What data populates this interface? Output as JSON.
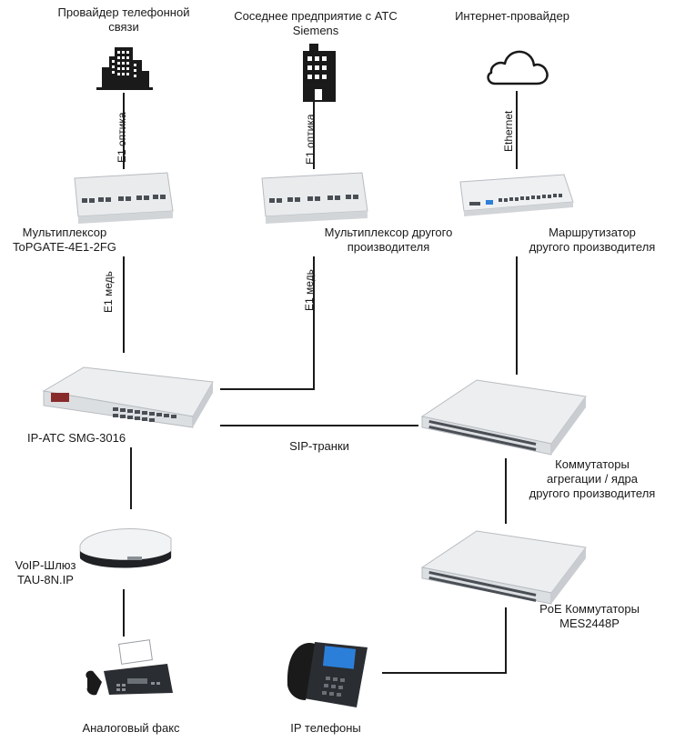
{
  "labels": {
    "phone_provider": [
      "Провайдер телефонной",
      "связи"
    ],
    "neighbor": [
      "Соседнее предприятие с АТС",
      "Siemens"
    ],
    "internet_provider": "Интернет-провайдер",
    "link_e1_optics": "E1 оптика",
    "link_ethernet": "Ethernet",
    "link_e1_copper": "E1 медь",
    "mux_topgate": [
      "Мультиплексор",
      "ToPGATE-4E1-2FG"
    ],
    "mux_other": [
      "Мультиплексор другого",
      "производителя"
    ],
    "router_other": [
      "Маршрутизатор",
      "другого производителя"
    ],
    "ip_pbx": "IP-АТС SMG-3016",
    "sip_trunks": "SIP-транки",
    "core_switches": [
      "Коммутаторы",
      "агрегации / ядра",
      "другого производителя"
    ],
    "voip_gateway": [
      "VoIP-Шлюз",
      "TAU-8N.IP"
    ],
    "poe_switches": [
      "PoE Коммутаторы",
      "MES2448P"
    ],
    "analog_fax": "Аналоговый факс",
    "ip_phones": "IP телефоны"
  },
  "colors": {
    "line": "#1a1a1a",
    "device_body": "#e9ebed",
    "device_edge": "#b8bcc0",
    "port": "#4a4f55",
    "icon_dark": "#1a1a1a",
    "screen": "#2c7fd9"
  }
}
